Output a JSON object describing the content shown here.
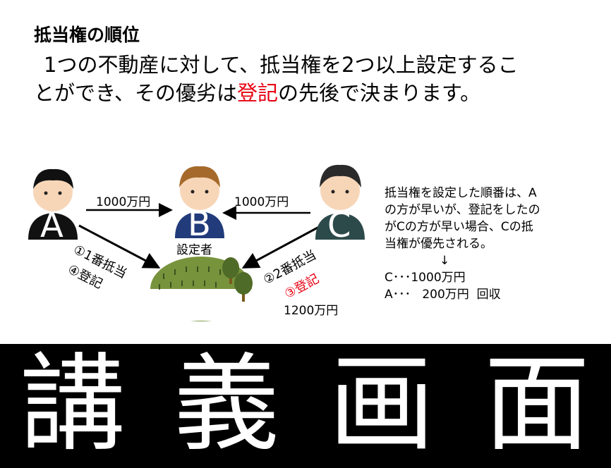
{
  "slide": {
    "title": "抵当権の順位",
    "intro_line1": "1つの不動産に対して、抵当権を2つ以上設定するこ",
    "intro_line2_before": "とができ、その優劣は",
    "intro_line2_highlight": "登記",
    "intro_line2_after": "の先後で決まります。",
    "highlight_color": "#e60012"
  },
  "diagram": {
    "person_a": "A",
    "person_b": "B",
    "person_c": "C",
    "b_caption": "設定者",
    "a_to_b_amount": "1000万円",
    "c_to_b_amount": "1000万円",
    "a_step1": "①1番抵当",
    "a_step4": "④登記",
    "c_step2": "②2番抵当",
    "c_step3": "③登記",
    "land_value": "1200万円"
  },
  "note": {
    "line1": "抵当権を設定した順番は、A",
    "line2": "の方が早いが、登記をしたの",
    "line3": "がCの方が早い場合、Cの抵",
    "line4": "当権が優先される。",
    "arrow": "↓",
    "result_c": "C･･･1000万円",
    "result_a": "A･･･   200万円  回収"
  },
  "banner": {
    "chars": [
      "講",
      "義",
      "画",
      "面"
    ]
  }
}
